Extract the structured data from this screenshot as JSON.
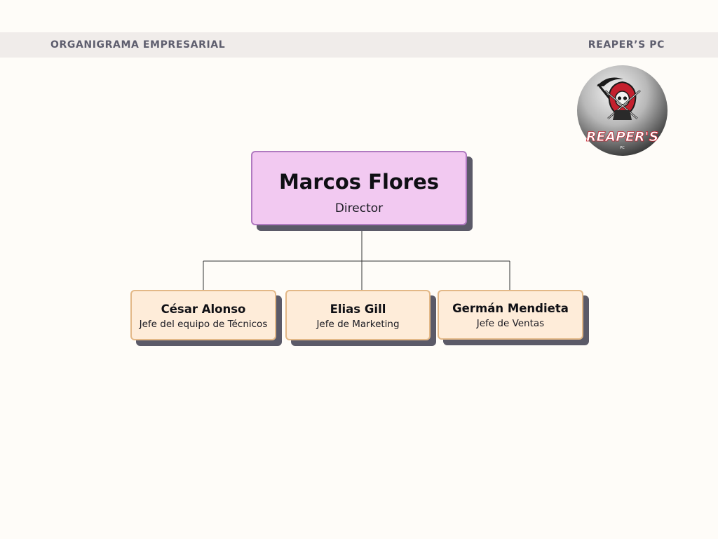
{
  "header": {
    "left_title": "ORGANIGRAMA EMPRESARIAL",
    "right_title": "REAPER’S PC"
  },
  "logo": {
    "icon": "reaper-skull-logo",
    "text": "REAPER'S",
    "subtext": "PC"
  },
  "director": {
    "name": "Marcos Flores",
    "role": "Director"
  },
  "reports": [
    {
      "name": "César Alonso",
      "role": "Jefe del equipo de Técnicos"
    },
    {
      "name": "Elias Gill",
      "role": "Jefe de Marketing"
    },
    {
      "name": "Germán Mendieta",
      "role": "Jefe de Ventas"
    }
  ],
  "colors": {
    "background": "#fefcf8",
    "header_band": "#f0ecea",
    "header_text": "#5e5e6e",
    "director_fill": "#f2c9f1",
    "director_border": "#b07ac0",
    "report_fill": "#feecd9",
    "report_border": "#e3b887",
    "shadow": "#5b5a68",
    "connector": "#333333",
    "logo_accent": "#c4202e"
  }
}
